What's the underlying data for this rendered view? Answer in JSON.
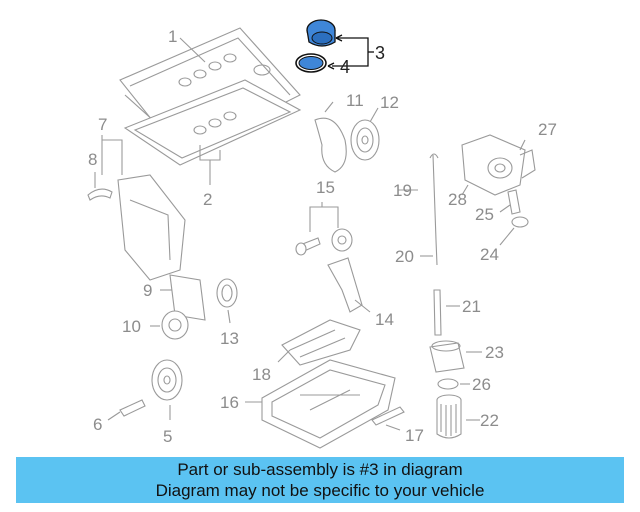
{
  "callouts": {
    "c1": "1",
    "c2": "2",
    "c3": "3",
    "c4": "4",
    "c5": "5",
    "c6": "6",
    "c7": "7",
    "c8": "8",
    "c9": "9",
    "c10": "10",
    "c11": "11",
    "c12": "12",
    "c13": "13",
    "c14": "14",
    "c15": "15",
    "c16": "16",
    "c17": "17",
    "c18": "18",
    "c19": "19",
    "c20": "20",
    "c21": "21",
    "c22": "22",
    "c23": "23",
    "c24": "24",
    "c25": "25",
    "c26": "26",
    "c27": "27",
    "c28": "28"
  },
  "banner": {
    "line1": "Part or sub-assembly is #3 in diagram",
    "line2": "Diagram may not be specific to your vehicle"
  },
  "colors": {
    "banner_bg": "#5bc3f2",
    "highlight_part": "#3f86d8",
    "line_art": "#9a9a9a"
  }
}
